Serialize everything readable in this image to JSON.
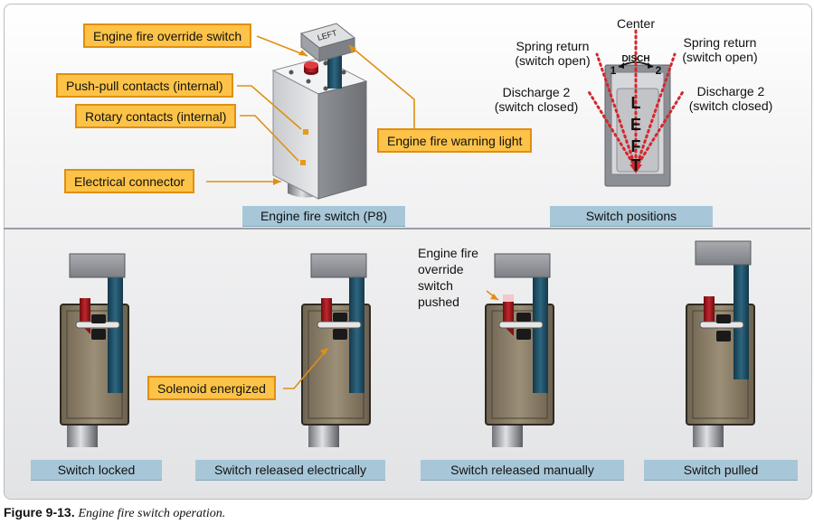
{
  "callouts": {
    "override_switch": "Engine fire override switch",
    "push_pull": "Push-pull contacts (internal)",
    "rotary": "Rotary contacts (internal)",
    "connector": "Electrical connector",
    "warning_light": "Engine fire warning light",
    "solenoid": "Solenoid energized"
  },
  "captions": {
    "fire_switch": "Engine fire switch (P8)",
    "positions": "Switch positions",
    "locked": "Switch locked",
    "released_electrically": "Switch released electrically",
    "released_manually": "Switch released manually",
    "pulled": "Switch pulled"
  },
  "positions": {
    "center": "Center",
    "spring_return_left": [
      "Spring return",
      "(switch open)"
    ],
    "spring_return_right": [
      "Spring return",
      "(switch open)"
    ],
    "discharge_left": [
      "Discharge 2",
      "(switch closed)"
    ],
    "discharge_right": [
      "Discharge 2",
      "(switch closed)"
    ],
    "disch": "DISCH",
    "num_1": "1",
    "num_2": "2",
    "handle_letters": [
      "L",
      "E",
      "F",
      "T"
    ],
    "handle_text": "LEFT"
  },
  "override_pushed": [
    "Engine fire",
    "override",
    "switch",
    "pushed"
  ],
  "figure_caption": {
    "number": "Figure 9-13.",
    "text": "Engine fire switch operation."
  },
  "colors": {
    "callout_fill": "#fcc348",
    "caption_fill": "#a7c7d8",
    "dotted_red": "#d6262c",
    "shaft": "#1e4a5e",
    "housing": "#8c7e66"
  }
}
